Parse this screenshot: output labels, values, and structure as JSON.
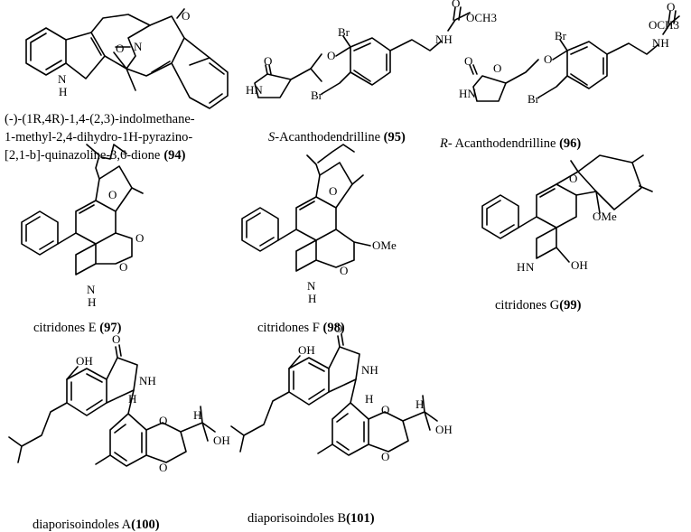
{
  "compounds": [
    {
      "id": "94",
      "caption_lines": [
        "(-)-(1R,4R)-1,4-(2,3)-indolmethane-",
        "1-methyl-2,4-dihydro-1H-pyrazino-",
        "[2,1-b]-quinazoline-3,6-dione"
      ],
      "number": "(94)",
      "atoms": {
        "o": "O",
        "nh": "N",
        "h": "H",
        "n": "N",
        "o2": "O"
      }
    },
    {
      "id": "95",
      "prefix": "S",
      "name": "-Acanthodendrilline ",
      "number": "(95)",
      "atoms": {
        "o": "O",
        "hn": "HN",
        "o2": "O",
        "br": "Br",
        "br2": "Br",
        "nh": "NH",
        "o3": "O",
        "och3": "OCH3"
      }
    },
    {
      "id": "96",
      "prefix": "R",
      "name": "- Acanthodendrilline  ",
      "number": "(96)",
      "atoms": {
        "o": "O",
        "o1": "O",
        "hn": "HN",
        "o2": "O",
        "br": "Br",
        "br2": "Br",
        "nh": "NH",
        "o3": "O",
        "och3": "OCH3"
      }
    },
    {
      "id": "97",
      "name": "citridones E ",
      "number": "(97)",
      "atoms": {
        "o": "O",
        "o2": "O",
        "o3": "O",
        "nh": "N",
        "h": "H"
      }
    },
    {
      "id": "98",
      "name": "citridones F ",
      "number": "(98)",
      "atoms": {
        "o": "O",
        "o2": "O",
        "ome": "OMe",
        "nh": "N",
        "h": "H"
      }
    },
    {
      "id": "99",
      "name": "citridones G",
      "number": "(99)",
      "atoms": {
        "o": "O",
        "ome": "OMe",
        "nh": "N",
        "h": "H",
        "oh": "OH"
      }
    },
    {
      "id": "100",
      "name": "diaporisoindoles A",
      "number": "(100)",
      "atoms": {
        "oh": "OH",
        "o": "O",
        "nh": "NH",
        "h": "H",
        "h2": "H",
        "oh2": "OH",
        "o2": "O",
        "o3": "O"
      }
    },
    {
      "id": "101",
      "name": "diaporisoindoles B",
      "number": "(101)",
      "atoms": {
        "oh": "OH",
        "o": "O",
        "nh": "NH",
        "h": "H",
        "h2": "H",
        "oh2": "OH",
        "o2": "O",
        "o3": "O"
      }
    }
  ]
}
